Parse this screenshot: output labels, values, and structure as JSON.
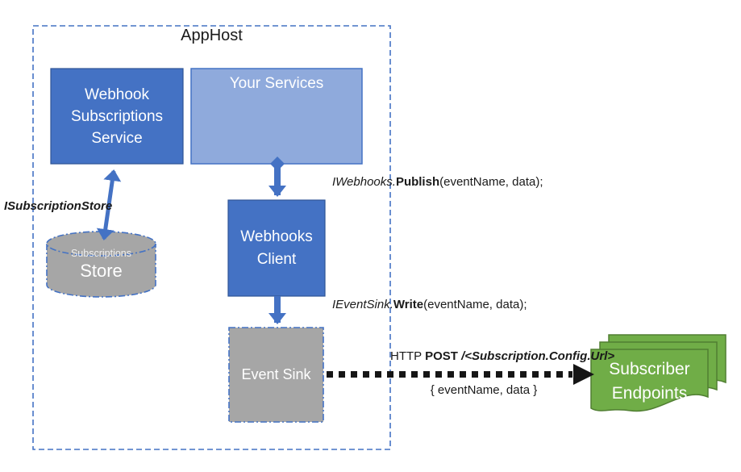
{
  "colors": {
    "blue": "#4472C4",
    "blueDark": "#2F5597",
    "lightBlue": "#8FAADC",
    "gray": "#A6A6A6",
    "green": "#70AD47",
    "greenDark": "#507E32",
    "ink": "#161616"
  },
  "apphost": {
    "title": "AppHost"
  },
  "nodes": {
    "service": {
      "lines": [
        "Webhook",
        "Subscriptions",
        "Service"
      ]
    },
    "your_services": {
      "label": "Your Services"
    },
    "webhooks_client": {
      "lines": [
        "Webhooks",
        "Client"
      ]
    },
    "event_sink": {
      "label": "Event Sink"
    },
    "store": {
      "line1": "Subscriptions",
      "line2": "Store"
    },
    "subscriber_endpoints": {
      "lines": [
        "Subscriber",
        "Endpoints"
      ]
    }
  },
  "annotations": {
    "subscription_store_interface": "ISubscriptionStore",
    "publish_call": {
      "interface": "IWebhooks.",
      "method": "Publish",
      "args": "(eventName, data);"
    },
    "write_call": {
      "interface": "IEventSink.",
      "method": "Write",
      "args": "(eventName, data);"
    },
    "http_call": {
      "protocol": "HTTP ",
      "verb": "POST ",
      "url": "/<Subscription.Config.Url>"
    },
    "http_payload": "{ eventName, data }"
  }
}
